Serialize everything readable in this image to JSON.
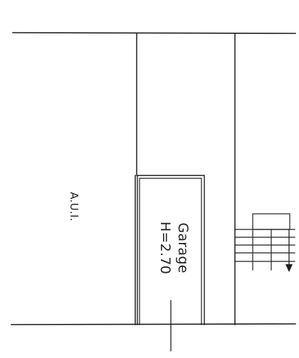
{
  "plan": {
    "rooms": [
      {
        "id": "aui",
        "label": "A.U.I."
      },
      {
        "id": "garage",
        "label": "Garage",
        "height_label": "H=2.70"
      }
    ],
    "stair": {
      "direction": "down",
      "treads": 5
    },
    "colors": {
      "line": "#1e1e1e",
      "text": "#222222",
      "background": "#ffffff"
    }
  }
}
